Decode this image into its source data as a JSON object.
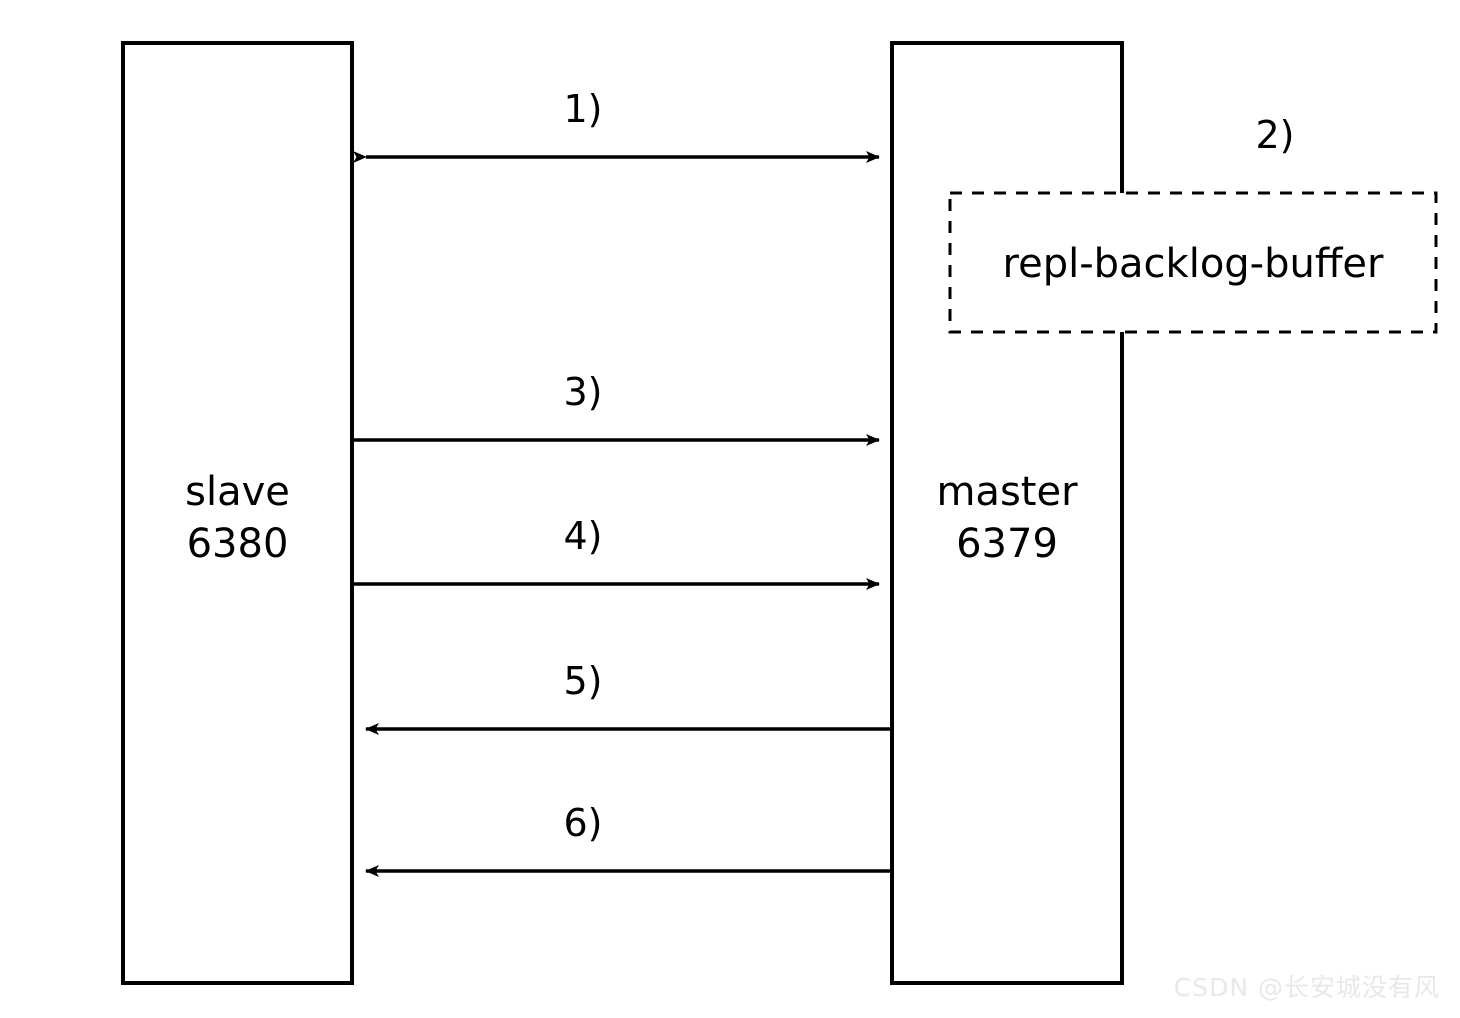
{
  "diagram": {
    "title": "Redis master-slave partial replication flow",
    "background_color": "#ffffff",
    "stroke_color": "#000000",
    "nodes": [
      {
        "id": "slave",
        "line1": "slave",
        "line2": "6380",
        "shape": "rectangle",
        "border": "solid"
      },
      {
        "id": "master",
        "line1": "master",
        "line2": "6379",
        "shape": "rectangle",
        "border": "solid"
      }
    ],
    "buffer": {
      "id": "repl-backlog-buffer",
      "label": "repl-backlog-buffer",
      "shape": "rectangle",
      "border": "dashed"
    },
    "steps": [
      {
        "id": "step-1",
        "label": "1)",
        "direction": "both",
        "from": "slave",
        "to": "master"
      },
      {
        "id": "step-2",
        "label": "2)",
        "direction": "none",
        "from": "master",
        "to": "repl-backlog-buffer"
      },
      {
        "id": "step-3",
        "label": "3)",
        "direction": "slave-to-master",
        "from": "slave",
        "to": "master"
      },
      {
        "id": "step-4",
        "label": "4)",
        "direction": "slave-to-master",
        "from": "slave",
        "to": "master"
      },
      {
        "id": "step-5",
        "label": "5)",
        "direction": "master-to-slave",
        "from": "master",
        "to": "slave"
      },
      {
        "id": "step-6",
        "label": "6)",
        "direction": "master-to-slave",
        "from": "master",
        "to": "slave"
      }
    ]
  },
  "watermark": {
    "text": "CSDN @长安城没有风",
    "color": "#e8e8e8"
  }
}
